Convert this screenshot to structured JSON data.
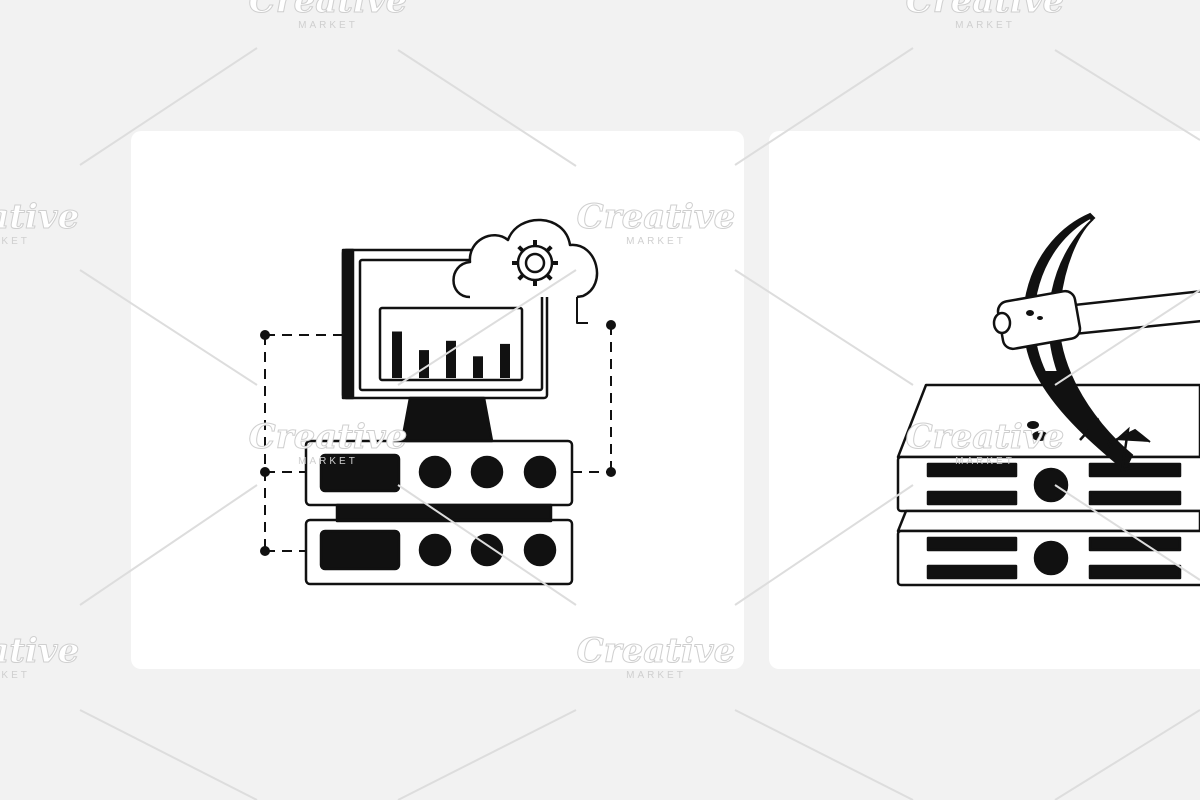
{
  "watermark": {
    "brand": "Creative",
    "sub": "MARKET"
  },
  "colors": {
    "background": "#f2f2f2",
    "card": "#ffffff",
    "ink": "#111111",
    "watermark": "#cfcfcf"
  },
  "icons": {
    "left": "cloud-server-analytics-icon",
    "right": "data-mining-pickaxe-server-icon"
  },
  "bar_levels": [
    0.75,
    0.45,
    0.6,
    0.35,
    0.55
  ]
}
